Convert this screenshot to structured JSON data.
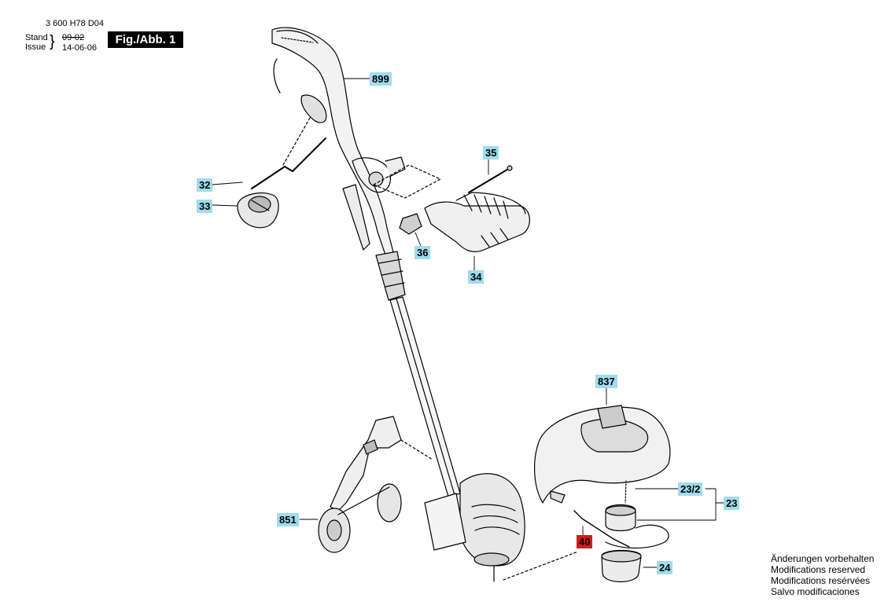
{
  "header": {
    "doc_number": "3 600 H78 D04",
    "stand_label": "Stand",
    "issue_label": "Issue",
    "date_stand": "09-02",
    "date_issue": "14-06-06",
    "figure_label": "Fig./Abb. 1"
  },
  "part_labels": {
    "handle_upper": "899",
    "screw": "35",
    "clip": "32",
    "cap": "33",
    "knob": "36",
    "aux_handle": "34",
    "guard": "837",
    "spool_sub": "23/2",
    "spool_kit": "23",
    "edge_wheel": "851",
    "wire": "40",
    "spool_cap": "24"
  },
  "notes": [
    "Änderungen vorbehalten",
    "Modifications reserved",
    "Modifications resérvées",
    "Salvo modificaciones"
  ]
}
